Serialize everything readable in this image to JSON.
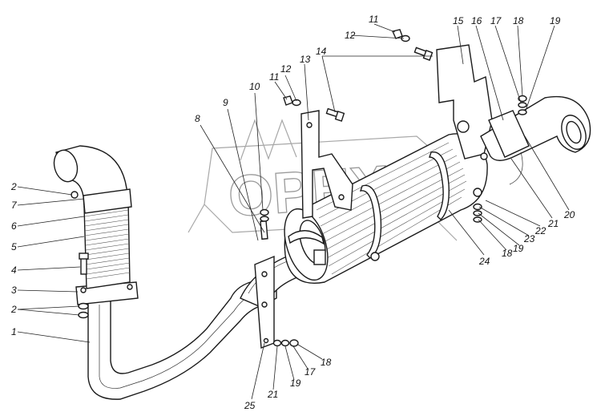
{
  "watermark": "ОРЕХ",
  "callouts": [
    {
      "id": "c1",
      "text": "1"
    },
    {
      "id": "c2a",
      "text": "2"
    },
    {
      "id": "c2b",
      "text": "2"
    },
    {
      "id": "c3",
      "text": "3"
    },
    {
      "id": "c4",
      "text": "4"
    },
    {
      "id": "c5",
      "text": "5"
    },
    {
      "id": "c6",
      "text": "6"
    },
    {
      "id": "c7",
      "text": "7"
    },
    {
      "id": "c8",
      "text": "8"
    },
    {
      "id": "c9",
      "text": "9"
    },
    {
      "id": "c10",
      "text": "10"
    },
    {
      "id": "c11a",
      "text": "11"
    },
    {
      "id": "c11b",
      "text": "11"
    },
    {
      "id": "c12a",
      "text": "12"
    },
    {
      "id": "c12b",
      "text": "12"
    },
    {
      "id": "c13",
      "text": "13"
    },
    {
      "id": "c14",
      "text": "14"
    },
    {
      "id": "c15",
      "text": "15"
    },
    {
      "id": "c16",
      "text": "16"
    },
    {
      "id": "c17a",
      "text": "17"
    },
    {
      "id": "c17b",
      "text": "17"
    },
    {
      "id": "c18a",
      "text": "18"
    },
    {
      "id": "c18b",
      "text": "18"
    },
    {
      "id": "c18c",
      "text": "18"
    },
    {
      "id": "c19a",
      "text": "19"
    },
    {
      "id": "c19b",
      "text": "19"
    },
    {
      "id": "c19c",
      "text": "19"
    },
    {
      "id": "c20",
      "text": "20"
    },
    {
      "id": "c21a",
      "text": "21"
    },
    {
      "id": "c21b",
      "text": "21"
    },
    {
      "id": "c22",
      "text": "22"
    },
    {
      "id": "c23",
      "text": "23"
    },
    {
      "id": "c24",
      "text": "24"
    },
    {
      "id": "c25",
      "text": "25"
    }
  ]
}
